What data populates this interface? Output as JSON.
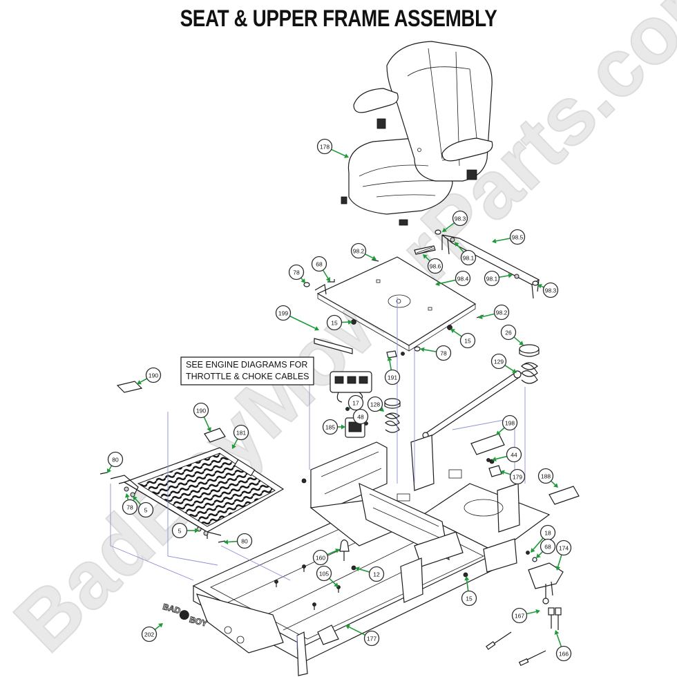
{
  "title": "SEAT & UPPER FRAME ASSEMBLY",
  "note": {
    "line1": "SEE ENGINE DIAGRAMS FOR",
    "line2": "THROTTLE & CHOKE CABLES"
  },
  "watermark": "BadBoyMowerParts.com",
  "logo": {
    "line1": "BAD",
    "line2": "BOY"
  },
  "callouts": [
    {
      "label": "178"
    },
    {
      "label": "98.3"
    },
    {
      "label": "98.5"
    },
    {
      "label": "98.2"
    },
    {
      "label": "98.1"
    },
    {
      "label": "98.6"
    },
    {
      "label": "68"
    },
    {
      "label": "78"
    },
    {
      "label": "98.4"
    },
    {
      "label": "98.1"
    },
    {
      "label": "98.3"
    },
    {
      "label": "199"
    },
    {
      "label": "15"
    },
    {
      "label": "98.2"
    },
    {
      "label": "15"
    },
    {
      "label": "78"
    },
    {
      "label": "26"
    },
    {
      "label": "191"
    },
    {
      "label": "129"
    },
    {
      "label": "190"
    },
    {
      "label": "17"
    },
    {
      "label": "48"
    },
    {
      "label": "185"
    },
    {
      "label": "128"
    },
    {
      "label": "190"
    },
    {
      "label": "181"
    },
    {
      "label": "198"
    },
    {
      "label": "44"
    },
    {
      "label": "179"
    },
    {
      "label": "80"
    },
    {
      "label": "188"
    },
    {
      "label": "78"
    },
    {
      "label": "5"
    },
    {
      "label": "5"
    },
    {
      "label": "80"
    },
    {
      "label": "18"
    },
    {
      "label": "68"
    },
    {
      "label": "174"
    },
    {
      "label": "160"
    },
    {
      "label": "12"
    },
    {
      "label": "105"
    },
    {
      "label": "15"
    },
    {
      "label": "167"
    },
    {
      "label": "202"
    },
    {
      "label": "177"
    },
    {
      "label": "166"
    }
  ]
}
